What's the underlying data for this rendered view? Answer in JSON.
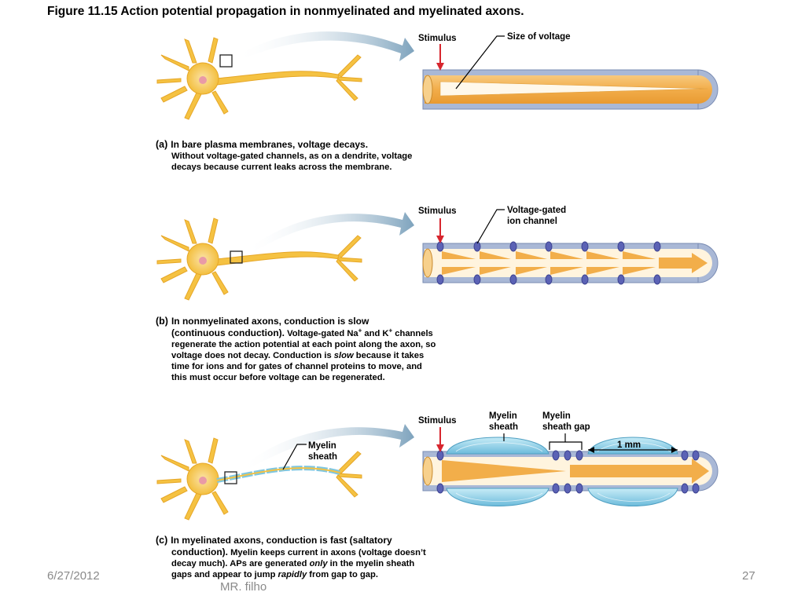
{
  "figure_title": "Figure 11.15  Action potential propagation in nonmyelinated and myelinated axons.",
  "panel_a": {
    "stimulus": "Stimulus",
    "label_size_voltage": "Size of voltage",
    "caption_prefix": "(a)",
    "caption_bold": "In bare plasma membranes, voltage decays.",
    "caption_rest": "Without voltage-gated channels, as on a dendrite, voltage decays because current leaks across the membrane."
  },
  "panel_b": {
    "stimulus": "Stimulus",
    "label_channel_1": "Voltage-gated",
    "label_channel_2": "ion channel",
    "caption_prefix": "(b)",
    "caption_bold_1": "In nonmyelinated axons, conduction is slow",
    "caption_bold_2": "(continuous conduction).",
    "caption_text_1": " Voltage-gated Na",
    "sup_plus_1": "+",
    "caption_text_2": " and K",
    "sup_plus_2": "+",
    "caption_text_3": " channels regenerate the action potential at each point along the axon, so voltage does not decay. Conduction is ",
    "caption_italic": "slow",
    "caption_text_4": " because it takes time for ions and for gates of channel proteins to move, and this must occur before voltage can be regenerated."
  },
  "panel_c": {
    "stimulus": "Stimulus",
    "myelin_sheath_1": "Myelin",
    "myelin_sheath_2": "sheath",
    "sheath_gap_1": "Myelin",
    "sheath_gap_2": "sheath gap",
    "distance": "1 mm",
    "neuron_myelin_1": "Myelin",
    "neuron_myelin_2": "sheath",
    "caption_prefix": "(c)",
    "caption_bold_1": "In myelinated axons, conduction is fast (saltatory",
    "caption_bold_2": "conduction).",
    "caption_text_1": " Myelin keeps current in axons (voltage doesn’t decay much). APs are generated ",
    "caption_italic_1": "only",
    "caption_text_2": " in the myelin sheath gaps and appear to jump ",
    "caption_italic_2": "rapidly",
    "caption_text_3": " from gap to gap."
  },
  "footer": {
    "date": "6/27/2012",
    "author": "MR. filho",
    "page": "27"
  },
  "colors": {
    "neuron": "#f5c242",
    "axon_tube": "#f2ae4a",
    "membrane": "#a9b8d6",
    "channel": "#5b62b5",
    "myelin": "#8fd0e8",
    "arrow_banner": "#8fb0c8",
    "stimulus_arrow": "#d7262e"
  }
}
